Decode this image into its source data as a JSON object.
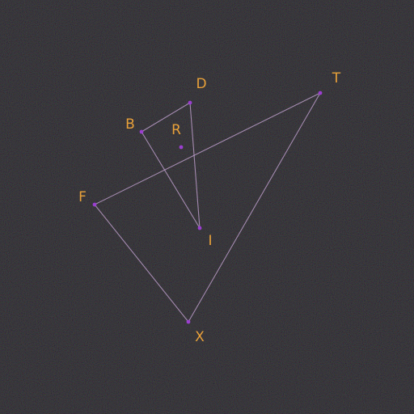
{
  "diagram": {
    "background": "#16141a",
    "label_color": "#e8a13a",
    "line_color": "#c9a8d8",
    "point_color": "#9b3fd0",
    "points": [
      {
        "id": "D",
        "label": "D"
      },
      {
        "id": "T",
        "label": "T"
      },
      {
        "id": "B",
        "label": "B"
      },
      {
        "id": "R",
        "label": "R"
      },
      {
        "id": "F",
        "label": "F"
      },
      {
        "id": "I",
        "label": "I"
      },
      {
        "id": "X",
        "label": "X"
      }
    ],
    "segments": [
      [
        "B",
        "D"
      ],
      [
        "D",
        "I"
      ],
      [
        "B",
        "I"
      ],
      [
        "F",
        "T"
      ],
      [
        "T",
        "X"
      ],
      [
        "F",
        "X"
      ]
    ]
  }
}
